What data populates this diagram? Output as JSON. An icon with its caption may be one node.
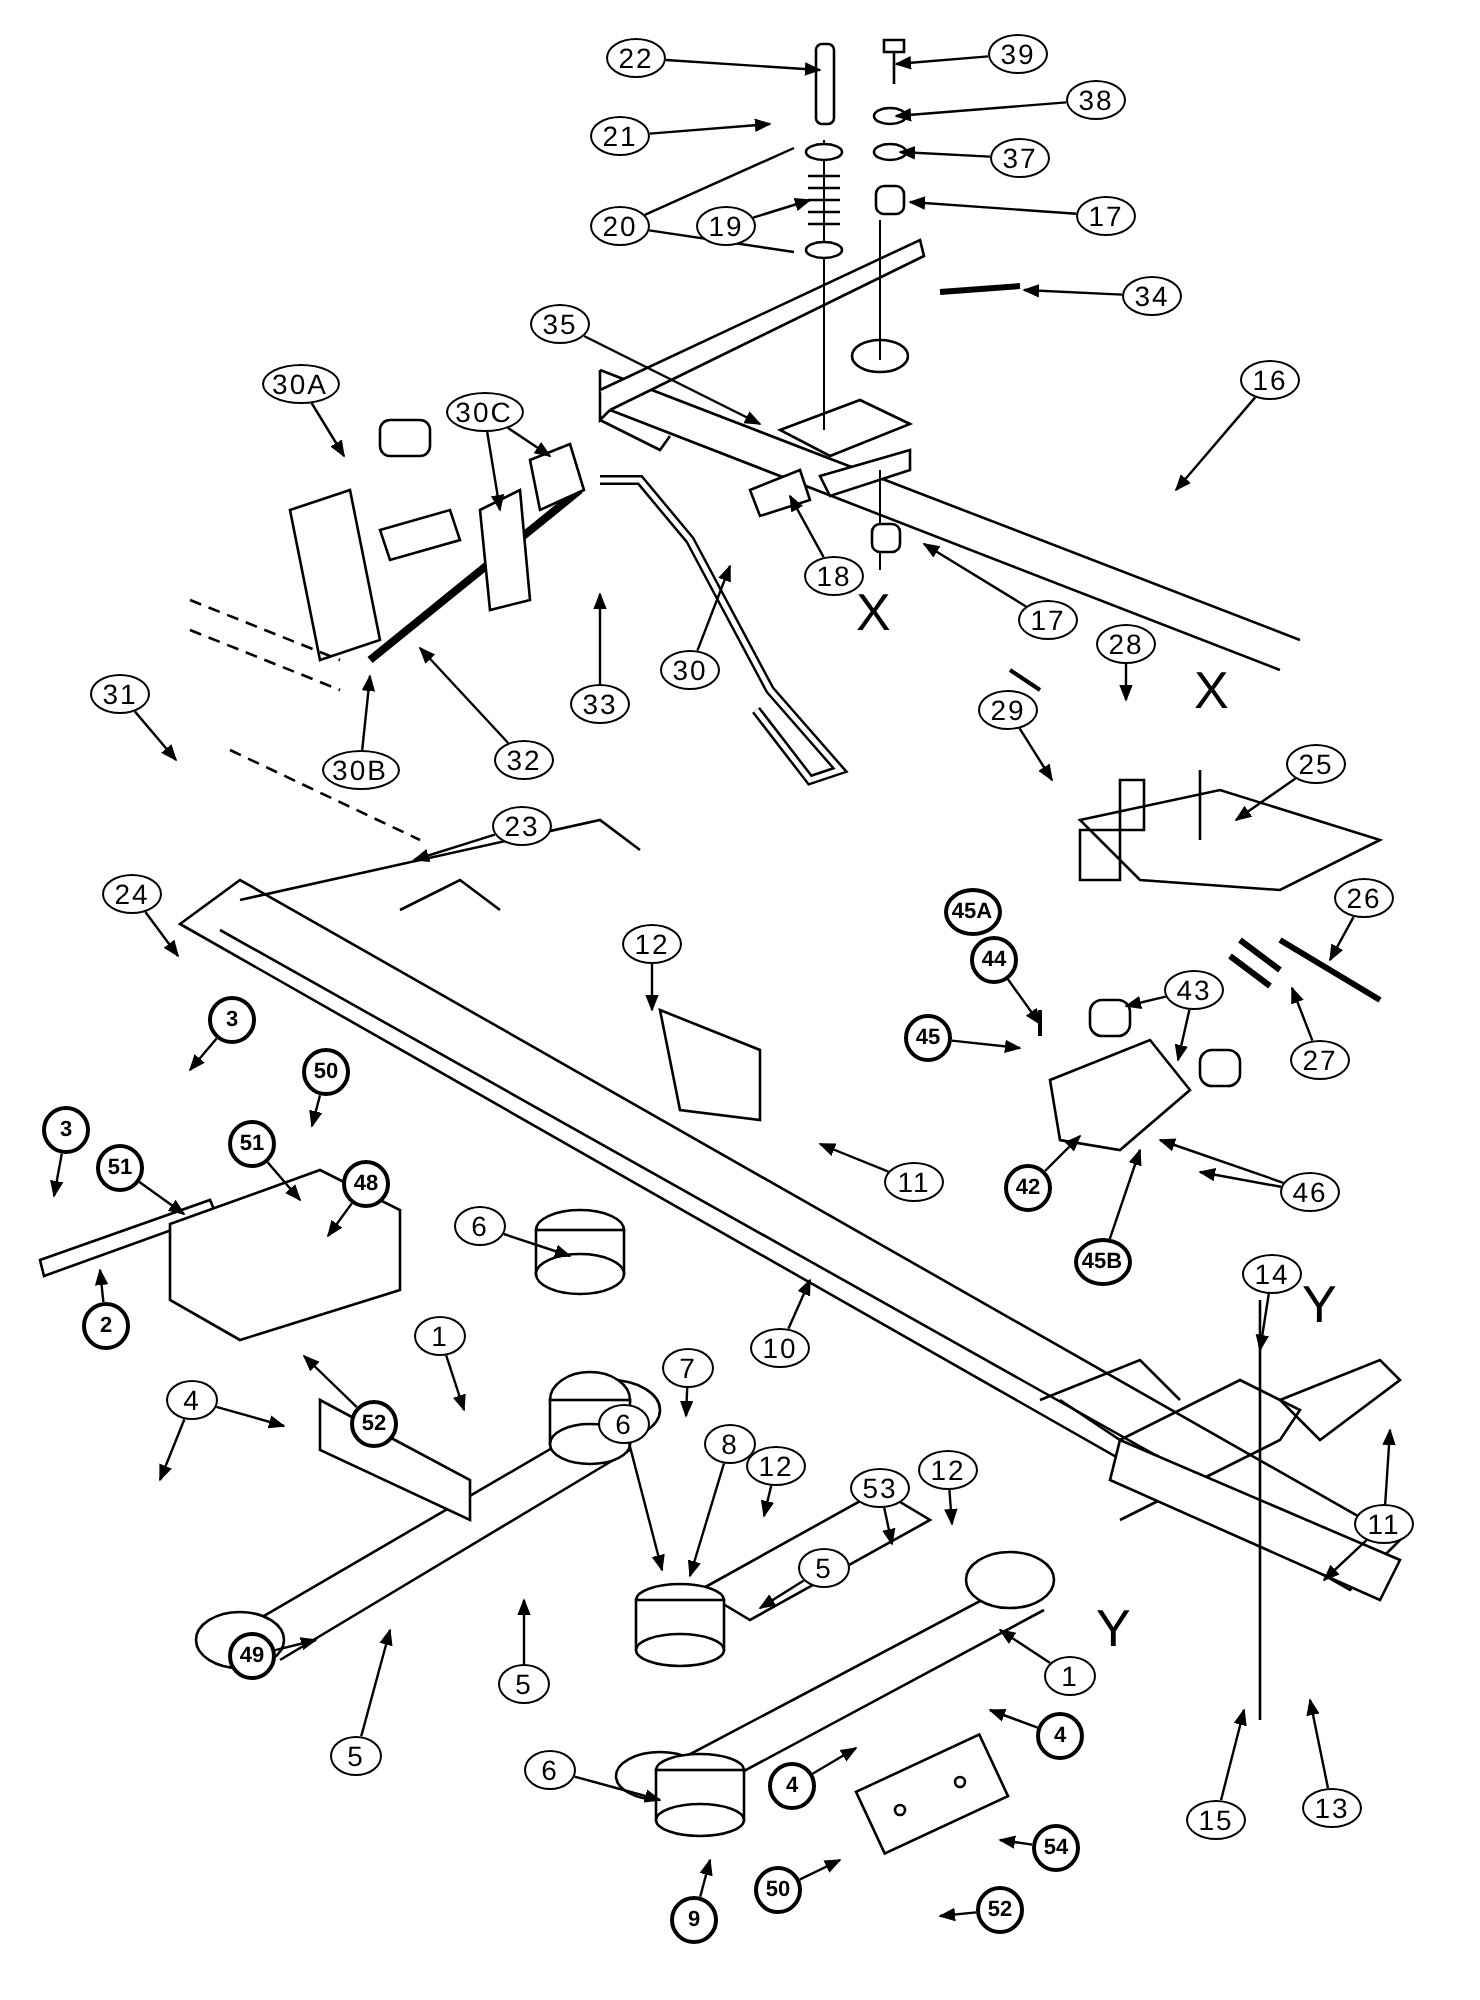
{
  "diagram": {
    "nodes": [
      {
        "text": [
          "22"
        ]
      },
      {
        "text": [
          "39"
        ]
      },
      {
        "text": [
          "38"
        ]
      },
      {
        "text": [
          "21"
        ]
      },
      {
        "text": [
          "37"
        ]
      },
      {
        "text": [
          "20"
        ]
      },
      {
        "text": [
          "19"
        ]
      },
      {
        "text": [
          "17"
        ]
      },
      {
        "text": [
          "34"
        ]
      },
      {
        "text": [
          "35"
        ]
      },
      {
        "text": [
          "16"
        ]
      },
      {
        "text": [
          "30A"
        ]
      },
      {
        "text": [
          "30C"
        ]
      },
      {
        "text": [
          "18"
        ]
      },
      {
        "text": [
          "30"
        ]
      },
      {
        "text": [
          "17"
        ]
      },
      {
        "text": [
          "33"
        ]
      },
      {
        "text": [
          "31"
        ]
      },
      {
        "text": [
          "30B"
        ]
      },
      {
        "text": [
          "32"
        ]
      },
      {
        "text": [
          "28"
        ]
      },
      {
        "text": [
          "29"
        ]
      },
      {
        "text": [
          "25"
        ]
      },
      {
        "text": [
          "23"
        ]
      },
      {
        "text": [
          "24"
        ]
      },
      {
        "text": [
          "12"
        ]
      },
      {
        "text": [
          "45A"
        ]
      },
      {
        "text": [
          "44"
        ]
      },
      {
        "text": [
          "26"
        ]
      },
      {
        "text": [
          "43"
        ]
      },
      {
        "text": [
          "27"
        ]
      },
      {
        "text": [
          "45"
        ]
      },
      {
        "text": [
          "3"
        ]
      },
      {
        "text": [
          "50"
        ]
      },
      {
        "text": [
          "3"
        ]
      },
      {
        "text": [
          "51"
        ]
      },
      {
        "text": [
          "51"
        ]
      },
      {
        "text": [
          "48"
        ]
      },
      {
        "text": [
          "11"
        ]
      },
      {
        "text": [
          "42"
        ]
      },
      {
        "text": [
          "46"
        ]
      },
      {
        "text": [
          "6"
        ]
      },
      {
        "text": [
          "2"
        ]
      },
      {
        "text": [
          "45B"
        ]
      },
      {
        "text": [
          "14"
        ]
      },
      {
        "text": [
          "10"
        ]
      },
      {
        "text": [
          "1"
        ]
      },
      {
        "text": [
          "52"
        ]
      },
      {
        "text": [
          "4"
        ]
      },
      {
        "text": [
          "7"
        ]
      },
      {
        "text": [
          "6"
        ]
      },
      {
        "text": [
          "8"
        ]
      },
      {
        "text": [
          "12"
        ]
      },
      {
        "text": [
          "53"
        ]
      },
      {
        "text": [
          "12"
        ]
      },
      {
        "text": [
          "5"
        ]
      },
      {
        "text": [
          "11"
        ]
      },
      {
        "text": [
          "49"
        ]
      },
      {
        "text": [
          "1"
        ]
      },
      {
        "text": [
          "5"
        ]
      },
      {
        "text": [
          "5"
        ]
      },
      {
        "text": [
          "4"
        ]
      },
      {
        "text": [
          "6"
        ]
      },
      {
        "text": [
          "4"
        ]
      },
      {
        "text": [
          "15"
        ]
      },
      {
        "text": [
          "13"
        ]
      },
      {
        "text": [
          "54"
        ]
      },
      {
        "text": [
          "50"
        ]
      },
      {
        "text": [
          "9"
        ]
      },
      {
        "text": [
          "52"
        ]
      }
    ],
    "edges": [
      {
        "from": 0,
        "to": null,
        "arrow": "to"
      },
      {
        "from": 1,
        "to": null,
        "arrow": "to"
      },
      {
        "from": 2,
        "to": null,
        "arrow": "to"
      },
      {
        "from": 3,
        "to": null,
        "arrow": "to"
      },
      {
        "from": 4,
        "to": null,
        "arrow": "to"
      },
      {
        "from": 5,
        "to": null,
        "arrow": "none"
      },
      {
        "from": 5,
        "to": null,
        "arrow": "none"
      },
      {
        "from": 6,
        "to": null,
        "arrow": "to"
      },
      {
        "from": 7,
        "to": null,
        "arrow": "to"
      },
      {
        "from": 8,
        "to": null,
        "arrow": "to"
      },
      {
        "from": 9,
        "to": null,
        "arrow": "to"
      },
      {
        "from": 10,
        "to": null,
        "arrow": "to"
      },
      {
        "from": 11,
        "to": null,
        "arrow": "to"
      },
      {
        "from": 12,
        "to": null,
        "arrow": "to"
      },
      {
        "from": 12,
        "to": null,
        "arrow": "to"
      },
      {
        "from": 13,
        "to": null,
        "arrow": "to"
      },
      {
        "from": 14,
        "to": null,
        "arrow": "to"
      },
      {
        "from": 15,
        "to": null,
        "arrow": "to"
      },
      {
        "from": 16,
        "to": null,
        "arrow": "to"
      },
      {
        "from": 17,
        "to": null,
        "arrow": "to"
      },
      {
        "from": 18,
        "to": null,
        "arrow": "to"
      },
      {
        "from": 19,
        "to": null,
        "arrow": "to"
      },
      {
        "from": 20,
        "to": null,
        "arrow": "to"
      },
      {
        "from": 21,
        "to": null,
        "arrow": "to"
      },
      {
        "from": 22,
        "to": null,
        "arrow": "to"
      },
      {
        "from": 23,
        "to": null,
        "arrow": "to"
      },
      {
        "from": 24,
        "to": null,
        "arrow": "to"
      },
      {
        "from": 25,
        "to": null,
        "arrow": "to"
      },
      {
        "from": 27,
        "to": null,
        "arrow": "to"
      },
      {
        "from": 28,
        "to": null,
        "arrow": "to"
      },
      {
        "from": 29,
        "to": null,
        "arrow": "to"
      },
      {
        "from": 29,
        "to": null,
        "arrow": "to"
      },
      {
        "from": 30,
        "to": null,
        "arrow": "to"
      },
      {
        "from": 31,
        "to": null,
        "arrow": "to"
      },
      {
        "from": 32,
        "to": null,
        "arrow": "to"
      },
      {
        "from": 33,
        "to": null,
        "arrow": "to"
      },
      {
        "from": 34,
        "to": null,
        "arrow": "to"
      },
      {
        "from": 35,
        "to": null,
        "arrow": "to"
      },
      {
        "from": 36,
        "to": null,
        "arrow": "to"
      },
      {
        "from": 37,
        "to": null,
        "arrow": "to"
      },
      {
        "from": 38,
        "to": null,
        "arrow": "to"
      },
      {
        "from": 39,
        "to": null,
        "arrow": "to"
      },
      {
        "from": 40,
        "to": null,
        "arrow": "to"
      },
      {
        "from": 40,
        "to": null,
        "arrow": "to"
      },
      {
        "from": 41,
        "to": null,
        "arrow": "to"
      },
      {
        "from": 42,
        "to": null,
        "arrow": "to"
      },
      {
        "from": 43,
        "to": null,
        "arrow": "to"
      },
      {
        "from": 44,
        "to": null,
        "arrow": "to"
      },
      {
        "from": 45,
        "to": null,
        "arrow": "to"
      },
      {
        "from": 46,
        "to": null,
        "arrow": "to"
      },
      {
        "from": 47,
        "to": null,
        "arrow": "to"
      },
      {
        "from": 48,
        "to": null,
        "arrow": "to"
      },
      {
        "from": 48,
        "to": null,
        "arrow": "to"
      },
      {
        "from": 49,
        "to": null,
        "arrow": "to"
      },
      {
        "from": 50,
        "to": null,
        "arrow": "to"
      },
      {
        "from": 51,
        "to": null,
        "arrow": "to"
      },
      {
        "from": 52,
        "to": null,
        "arrow": "to"
      },
      {
        "from": 53,
        "to": null,
        "arrow": "to"
      },
      {
        "from": 54,
        "to": null,
        "arrow": "to"
      },
      {
        "from": 55,
        "to": null,
        "arrow": "to"
      },
      {
        "from": 56,
        "to": null,
        "arrow": "to"
      },
      {
        "from": 56,
        "to": null,
        "arrow": "to"
      },
      {
        "from": 57,
        "to": null,
        "arrow": "to"
      },
      {
        "from": 58,
        "to": null,
        "arrow": "to"
      },
      {
        "from": 59,
        "to": null,
        "arrow": "to"
      },
      {
        "from": 60,
        "to": null,
        "arrow": "to"
      },
      {
        "from": 61,
        "to": null,
        "arrow": "to"
      },
      {
        "from": 62,
        "to": null,
        "arrow": "to"
      },
      {
        "from": 63,
        "to": null,
        "arrow": "to"
      },
      {
        "from": 64,
        "to": null,
        "arrow": "to"
      },
      {
        "from": 65,
        "to": null,
        "arrow": "to"
      },
      {
        "from": 66,
        "to": null,
        "arrow": "to"
      },
      {
        "from": 67,
        "to": null,
        "arrow": "to"
      },
      {
        "from": 68,
        "to": null,
        "arrow": "to"
      },
      {
        "from": 69,
        "to": null,
        "arrow": "to"
      }
    ],
    "labels": [
      "X",
      "X",
      "Y",
      "Y"
    ]
  }
}
